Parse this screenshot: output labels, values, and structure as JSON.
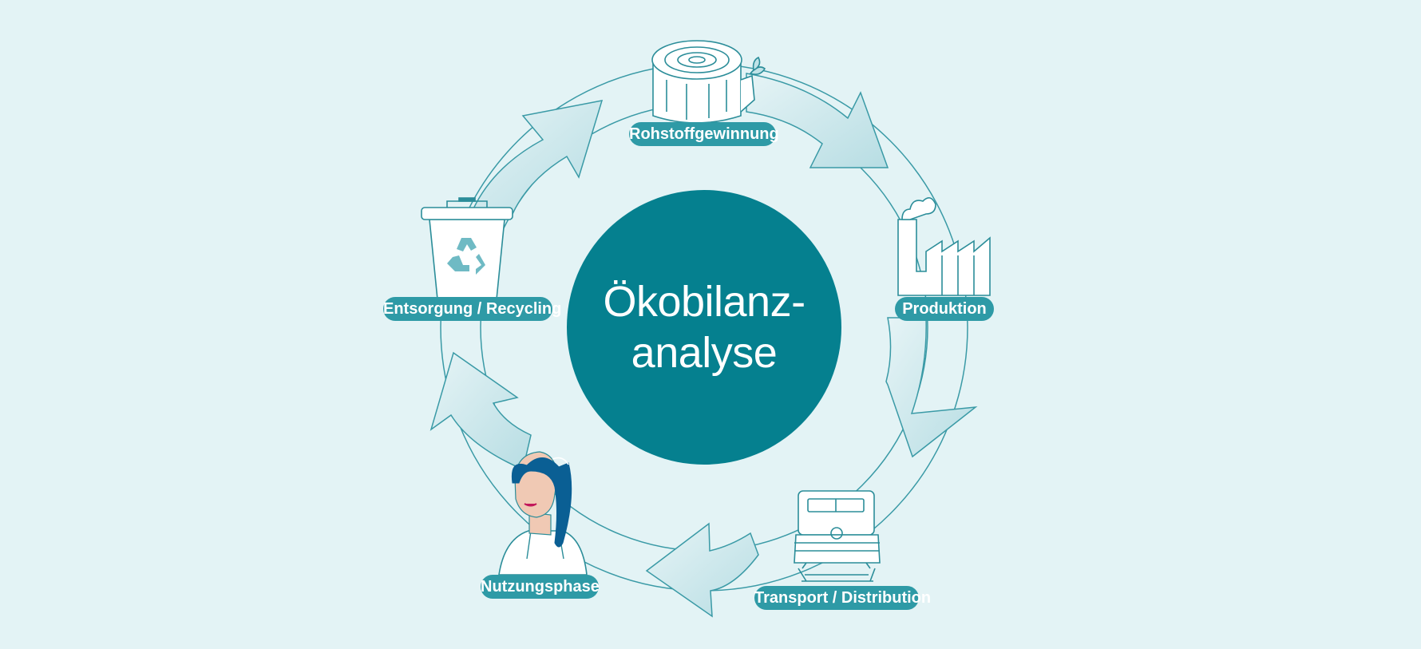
{
  "center": {
    "line1": "Ökobilanz-",
    "line2": "analyse"
  },
  "stages": [
    {
      "label": "Rohstoffgewinnung",
      "icon": "tree-stump-icon"
    },
    {
      "label": "Produktion",
      "icon": "factory-icon"
    },
    {
      "label": "Transport / Distribution",
      "icon": "train-icon"
    },
    {
      "label": "Nutzungsphase",
      "icon": "person-icon"
    },
    {
      "label": "Entsorgung / Recycling",
      "icon": "recycling-bin-icon"
    }
  ],
  "colors": {
    "background": "#e3f3f5",
    "center_circle": "#05808f",
    "label_pill": "#2e9aa6",
    "arrow_fill": "#bfe2e7",
    "stroke": "#3a9aa6",
    "hair": "#0a5f94"
  }
}
